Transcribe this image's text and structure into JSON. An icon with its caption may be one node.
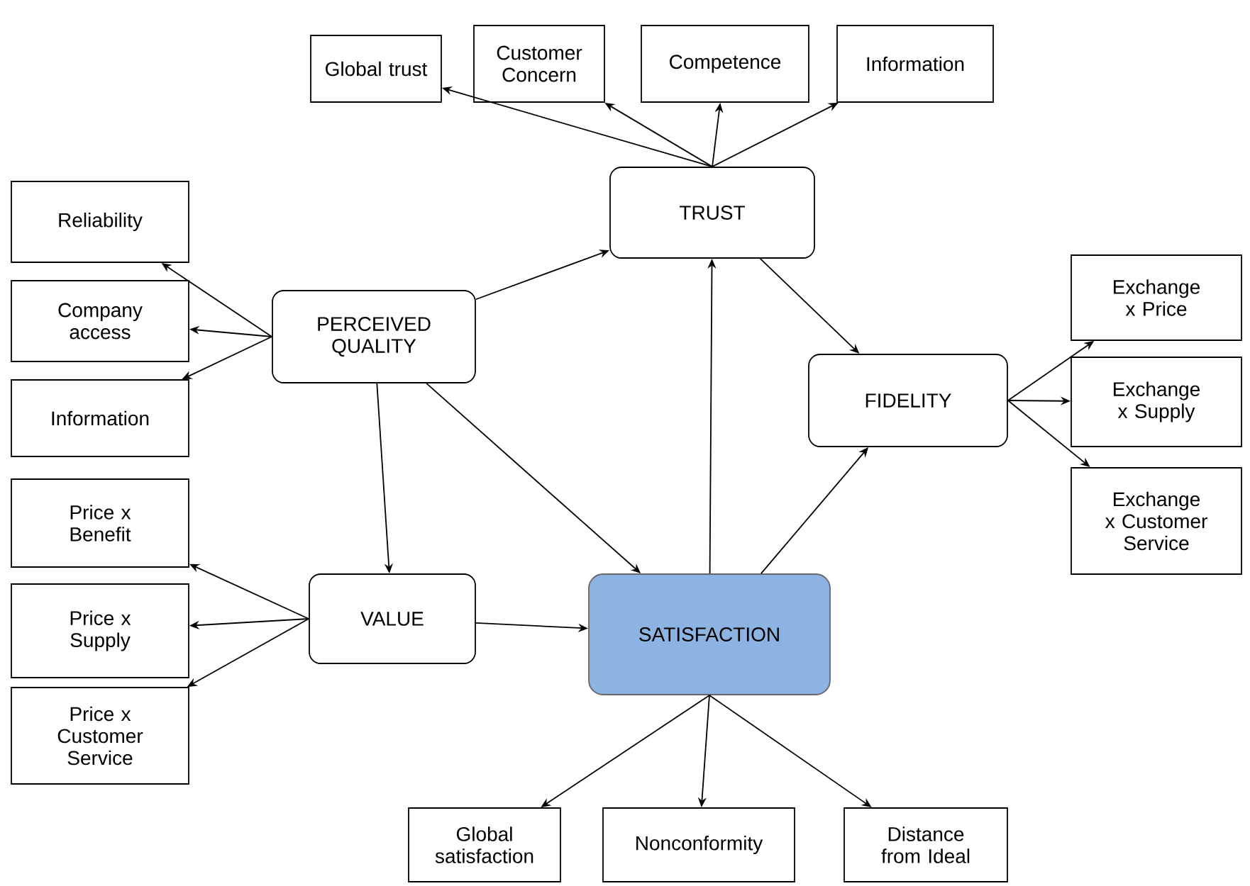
{
  "diagram": {
    "nodes": [
      {
        "text": [
          "Global trust"
        ]
      },
      {
        "text": [
          "Customer Concern"
        ]
      },
      {
        "text": [
          "Competence"
        ]
      },
      {
        "text": [
          "Information"
        ]
      },
      {
        "text": [
          "TRUST"
        ]
      },
      {
        "text": [
          "Reliability"
        ]
      },
      {
        "text": [
          "Company access"
        ]
      },
      {
        "text": [
          "PERCEIVED QUALITY"
        ]
      },
      {
        "text": [
          "Information"
        ]
      },
      {
        "text": [
          "FIDELITY"
        ]
      },
      {
        "text": [
          "Exchange x Price"
        ]
      },
      {
        "text": [
          "Exchange x Supply"
        ]
      },
      {
        "text": [
          "Exchange x Customer Service"
        ]
      },
      {
        "text": [
          "Price x Benefit"
        ]
      },
      {
        "text": [
          "VALUE"
        ]
      },
      {
        "text": [
          "SATISFACTION"
        ]
      },
      {
        "text": [
          "Price x Supply"
        ]
      },
      {
        "text": [
          "Price x Customer Service"
        ]
      },
      {
        "text": [
          "Global satisfaction"
        ]
      },
      {
        "text": [
          "Nonconformity"
        ]
      },
      {
        "text": [
          "Distance from Ideal"
        ]
      }
    ],
    "edges": [
      {
        "from": 4,
        "to": 0,
        "arrow": "to"
      },
      {
        "from": 4,
        "to": 1,
        "arrow": "to"
      },
      {
        "from": 4,
        "to": 2,
        "arrow": "to"
      },
      {
        "from": 4,
        "to": 3,
        "arrow": "to"
      },
      {
        "from": 7,
        "to": 5,
        "arrow": "to"
      },
      {
        "from": 7,
        "to": 6,
        "arrow": "to"
      },
      {
        "from": 7,
        "to": 8,
        "arrow": "to"
      },
      {
        "from": 7,
        "to": 4,
        "arrow": "to"
      },
      {
        "from": 7,
        "to": 14,
        "arrow": "to"
      },
      {
        "from": 7,
        "to": 15,
        "arrow": "to"
      },
      {
        "from": 4,
        "to": 9,
        "arrow": "to"
      },
      {
        "from": 9,
        "to": 10,
        "arrow": "to"
      },
      {
        "from": 9,
        "to": 11,
        "arrow": "to"
      },
      {
        "from": 9,
        "to": 12,
        "arrow": "to"
      },
      {
        "from": 14,
        "to": 13,
        "arrow": "to"
      },
      {
        "from": 14,
        "to": 16,
        "arrow": "to"
      },
      {
        "from": 14,
        "to": 17,
        "arrow": "to"
      },
      {
        "from": 14,
        "to": 15,
        "arrow": "to"
      },
      {
        "from": 15,
        "to": 4,
        "arrow": "to"
      },
      {
        "from": 15,
        "to": 9,
        "arrow": "to"
      },
      {
        "from": 15,
        "to": 18,
        "arrow": "to"
      },
      {
        "from": 15,
        "to": 19,
        "arrow": "to"
      },
      {
        "from": 15,
        "to": 20,
        "arrow": "to"
      }
    ]
  }
}
